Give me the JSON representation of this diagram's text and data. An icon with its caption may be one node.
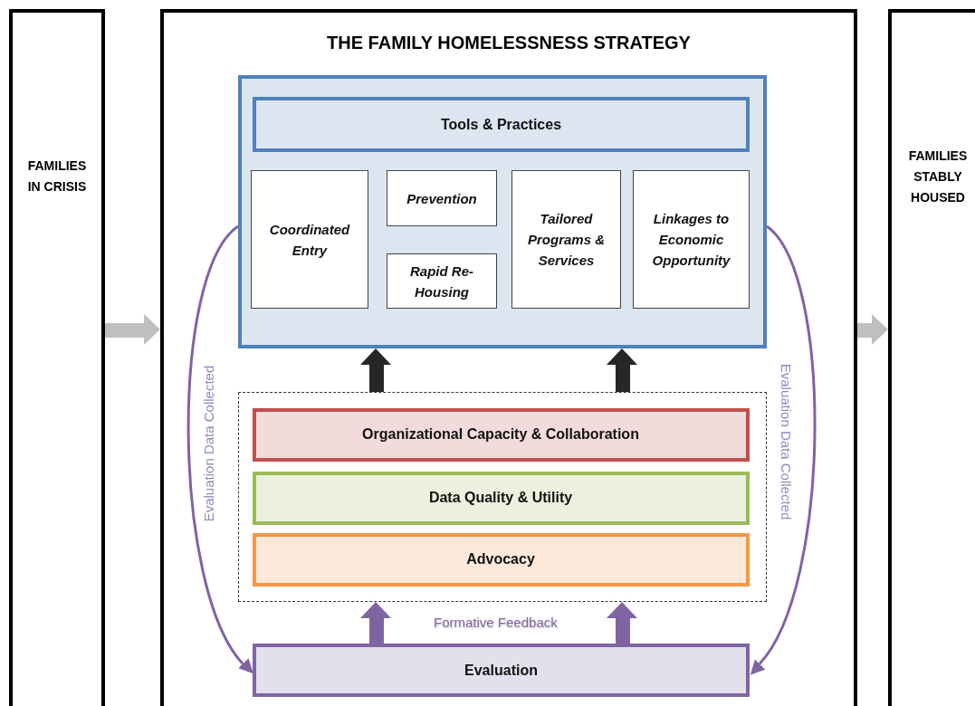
{
  "diagram": {
    "nodes": [
      {
        "text": [
          "FAMILIES IN CRISIS"
        ]
      },
      {
        "text": [
          "THE FAMILY HOMELESSNESS STRATEGY"
        ]
      },
      {
        "text": [
          "FAMILIES STABLY HOUSED"
        ]
      },
      {
        "text": [],
        "shape": "box",
        "in": 1
      },
      {
        "text": [
          "Tools & Practices"
        ],
        "in": 3
      },
      {
        "text": [
          "Coordinated Entry"
        ],
        "in": 3
      },
      {
        "text": [
          "Prevention"
        ],
        "in": 3
      },
      {
        "text": [
          "Rapid Re-Housing"
        ],
        "in": 3
      },
      {
        "text": [
          "Tailored Programs & Services"
        ],
        "in": 3
      },
      {
        "text": [
          "Linkages to Economic Opportunity"
        ],
        "in": 3
      },
      {
        "text": [],
        "shape": "box",
        "in": 1
      },
      {
        "text": [
          "Organizational Capacity & Collaboration"
        ],
        "in": 10
      },
      {
        "text": [
          "Data Quality & Utility"
        ],
        "in": 10
      },
      {
        "text": [
          "Advocacy"
        ],
        "in": 10
      },
      {
        "text": [
          "Evaluation"
        ],
        "in": 1
      }
    ],
    "edges": [
      {
        "from": 0,
        "to": 1,
        "arrow": "to",
        "color": "#bfbfbf"
      },
      {
        "from": 1,
        "to": 2,
        "arrow": "to",
        "color": "#bfbfbf"
      },
      {
        "from": 10,
        "to": 3,
        "arrow": "to",
        "color": "#262626"
      },
      {
        "from": 10,
        "to": 3,
        "arrow": "to",
        "color": "#262626"
      },
      {
        "from": 14,
        "to": 10,
        "arrow": "to"
      },
      {
        "from": 14,
        "to": 10,
        "arrow": "to"
      },
      {
        "from": 3,
        "to": 14,
        "arrow": "to",
        "label": "Evaluation Data Collected"
      },
      {
        "from": 3,
        "to": 14,
        "arrow": "to",
        "label": "Evaluation Data Collected"
      }
    ],
    "labels": [
      "Formative Feedback"
    ]
  }
}
